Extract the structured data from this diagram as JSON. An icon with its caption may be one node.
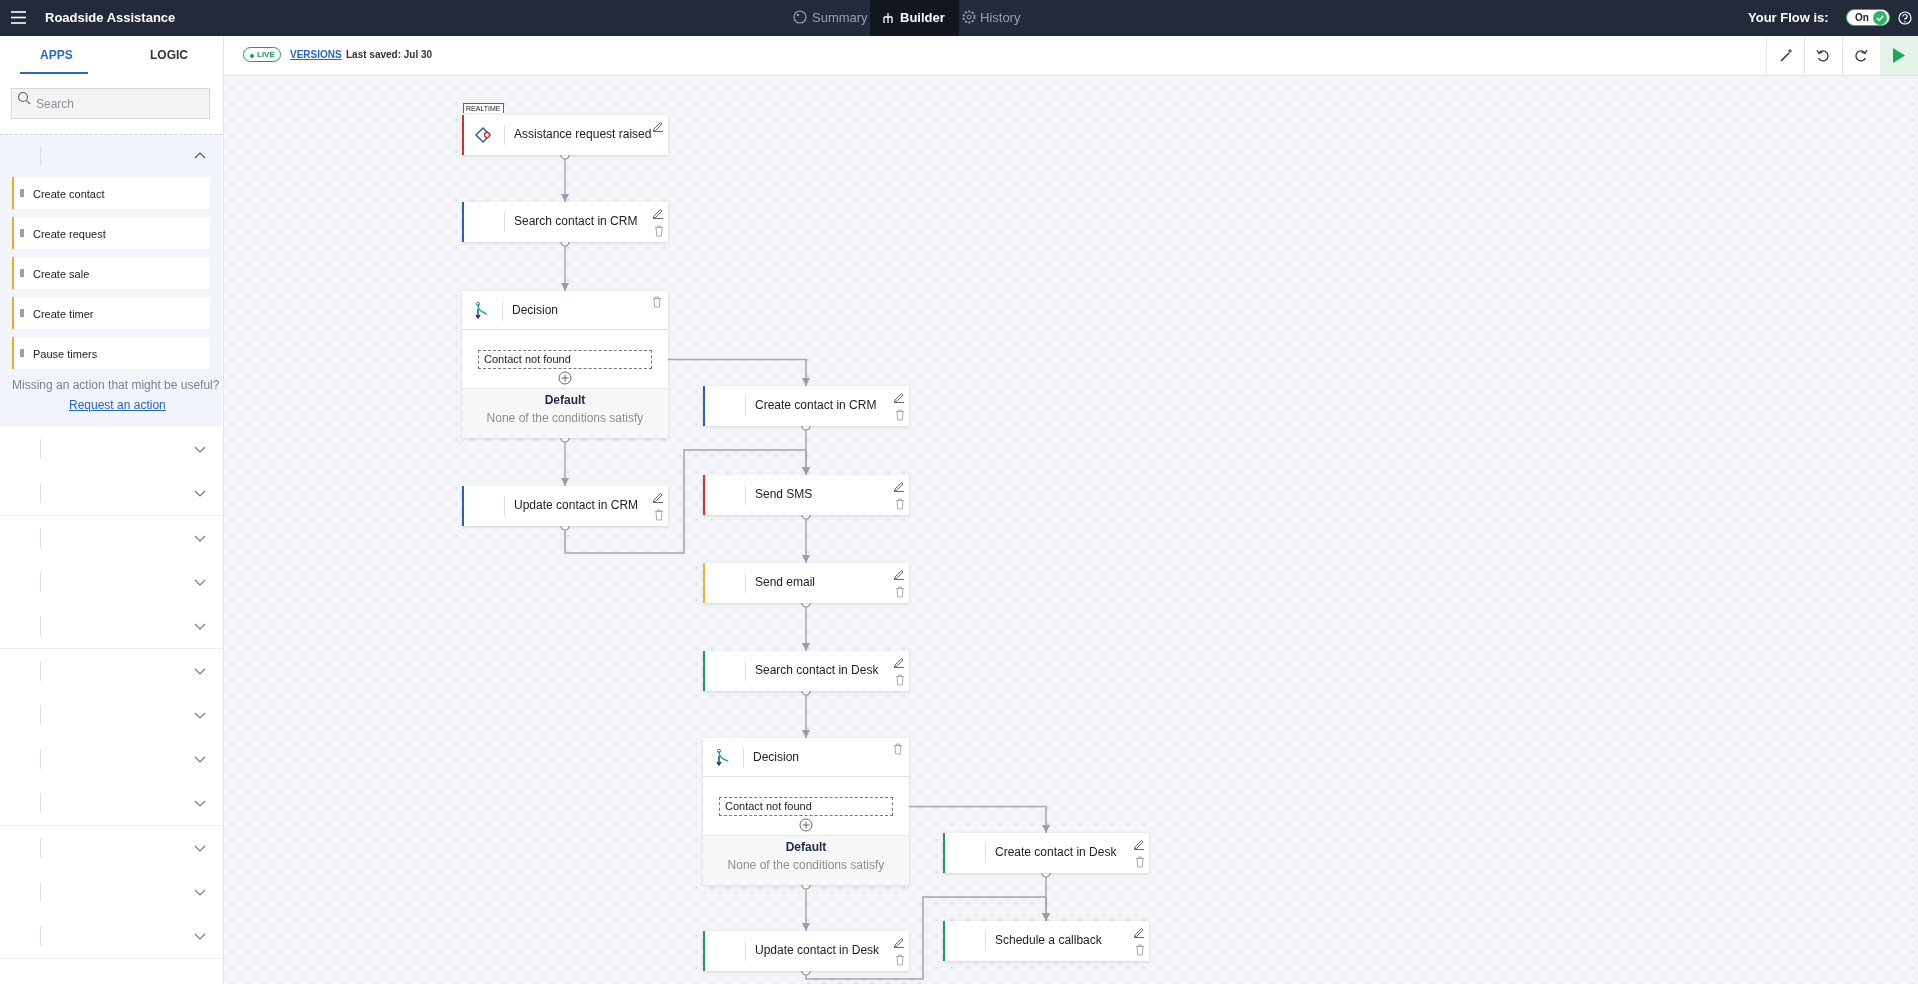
{
  "diagram": {
    "nodes": [
      {
        "text": [
          "Assistance request raised"
        ],
        "beside": [
          "REALTIME"
        ]
      },
      {
        "text": [
          "Search contact in CRM"
        ]
      },
      {
        "text": [
          "Decision",
          "Default",
          "None of the conditions satisfy"
        ]
      },
      {
        "text": [
          "Contact not found"
        ],
        "in": 2
      },
      {
        "text": [
          "Create contact in CRM"
        ]
      },
      {
        "text": [
          "Update contact in CRM"
        ]
      },
      {
        "text": [
          "Send SMS"
        ]
      },
      {
        "text": [
          "Send email"
        ]
      },
      {
        "text": [
          "Search contact in Desk"
        ]
      },
      {
        "text": [
          "Decision",
          "Default",
          "None of the conditions satisfy"
        ]
      },
      {
        "text": [
          "Contact not found"
        ],
        "in": 9
      },
      {
        "text": [
          "Create contact in Desk"
        ]
      },
      {
        "text": [
          "Update contact in Desk"
        ]
      },
      {
        "text": [
          "Schedule a callback"
        ]
      }
    ],
    "edges": [
      {
        "from": 0,
        "to": 1,
        "arrow": "to"
      },
      {
        "from": 1,
        "to": 2,
        "arrow": "to"
      },
      {
        "from": 3,
        "to": 4,
        "arrow": "to"
      },
      {
        "from": 2,
        "to": 5,
        "arrow": "to"
      },
      {
        "from": 4,
        "to": 6,
        "arrow": "to"
      },
      {
        "from": 5,
        "to": 6,
        "arrow": "to"
      },
      {
        "from": 6,
        "to": 7,
        "arrow": "to"
      },
      {
        "from": 7,
        "to": 8,
        "arrow": "to"
      },
      {
        "from": 8,
        "to": 9,
        "arrow": "to"
      },
      {
        "from": 10,
        "to": 11,
        "arrow": "to"
      },
      {
        "from": 9,
        "to": 12,
        "arrow": "to"
      },
      {
        "from": 11,
        "to": 13,
        "arrow": "to"
      },
      {
        "from": 12,
        "to": 13,
        "arrow": "to"
      }
    ],
    "labels": [
      "Roadside Assistance",
      "Summary",
      "Builder",
      "History",
      "Your Flow is:",
      "On",
      "APPS",
      "LOGIC",
      "Search",
      "Create contact",
      "Create request",
      "Create sale",
      "Create timer",
      "Pause timers",
      "Missing an action that might be useful?",
      "Request an action",
      "LIVE",
      "VERSIONS",
      "Last saved: Jul 30"
    ]
  }
}
